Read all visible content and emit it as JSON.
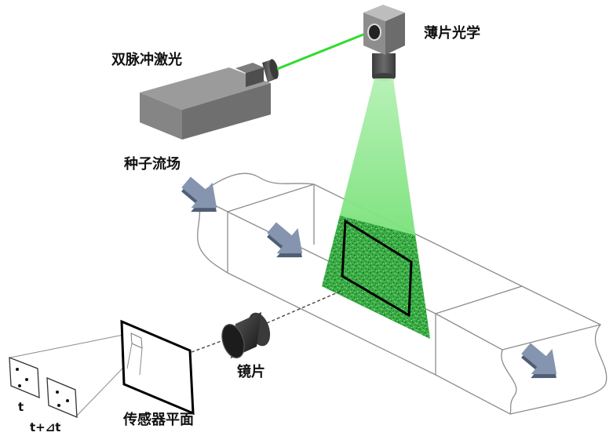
{
  "labels": {
    "laser": "双脉冲激光",
    "sheet_optics": "薄片光学",
    "seeded_flow": "种子流场",
    "lens": "镜片",
    "sensor_plane": "传感器平面",
    "frame_t": "t",
    "frame_t_dt": "t+⊿t"
  },
  "colors": {
    "laser_beam": "#2fdc2f",
    "flow_arrow": "#8595af",
    "sensor_outline": "#000000"
  }
}
